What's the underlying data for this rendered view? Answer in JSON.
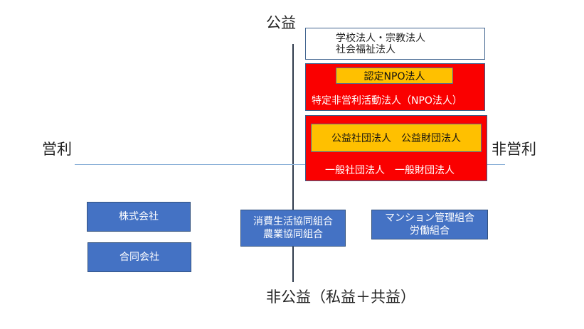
{
  "axes": {
    "top": "公益",
    "bottom": "非公益（私益＋共益）",
    "left": "営利",
    "right": "非営利"
  },
  "nodes": {
    "school_religious": [
      "学校法人・宗教法人",
      "社会福祉法人"
    ],
    "npo_certified": "認定NPO法人",
    "npo_specified": "特定非営利活動法人（NPO法人）",
    "public_interest": "公益社団法人　公益財団法人",
    "general_incorporated": "一般社団法人　一般財団法人",
    "kabushiki": "株式会社",
    "godo": "合同会社",
    "coop": [
      "消費生活協同組合",
      "農業協同組合"
    ],
    "mansion_labor": [
      "マンション管理組合",
      "労働組合"
    ]
  },
  "colors": {
    "red": "#fa0000",
    "yellow": "#ffc000",
    "blue": "#4472c4",
    "axis": "#2f3b4c",
    "h_axis": "#8fb3d9"
  }
}
